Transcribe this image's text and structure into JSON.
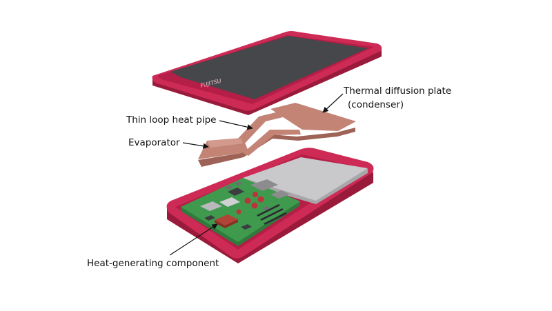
{
  "labels": {
    "thermal_plate_line1": "Thermal diffusion plate",
    "thermal_plate_line2": "(condenser)",
    "heat_pipe": "Thin loop heat pipe",
    "evaporator": "Evaporator",
    "heat_component": "Heat-generating component"
  },
  "logo_text": "FUJITSU",
  "colors": {
    "housing": "#c8234f",
    "housing_dark": "#9a1a3b",
    "screen": "#45474a",
    "copper": "#c38476",
    "copper_dark": "#9e6356",
    "pcb": "#3f9a4e",
    "battery": "#c9c9cb",
    "component": "#b04436"
  }
}
